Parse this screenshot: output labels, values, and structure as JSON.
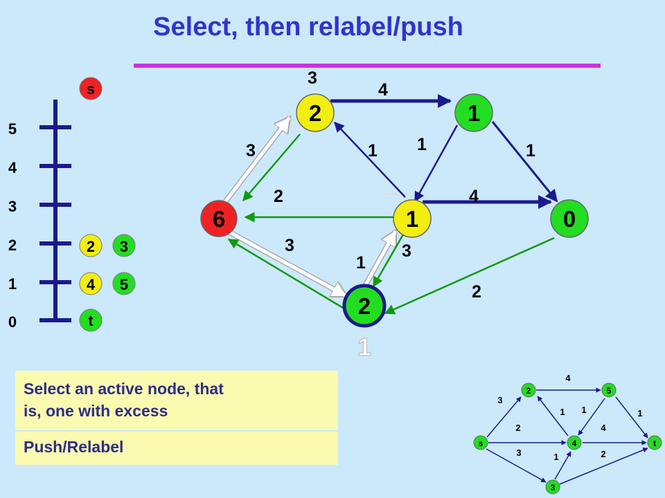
{
  "title": "Select, then relabel/push",
  "height_scale": {
    "labels": [
      "5",
      "4",
      "3",
      "2",
      "1",
      "0"
    ],
    "nodes": {
      "s": "s",
      "n2": "2",
      "n3": "3",
      "n4": "4",
      "n5": "5",
      "t": "t"
    }
  },
  "main_graph": {
    "nodes": {
      "top_left": {
        "height": "2",
        "excess": "3",
        "color": "#f2ee10"
      },
      "top_right": {
        "height": "1",
        "color": "#22dd22"
      },
      "source": {
        "height": "6",
        "color": "#ee2222"
      },
      "middle": {
        "height": "1",
        "color": "#f2ee10"
      },
      "sink": {
        "height": "0",
        "color": "#22dd22"
      },
      "bottom": {
        "height": "2",
        "color": "#22dd22",
        "ghost_label": "1"
      }
    },
    "edge_labels": {
      "tl_tr": "4",
      "s_tl": "3",
      "mid_tl": "1",
      "tr_mid": "1",
      "tr_t": "1",
      "tl_s": "2",
      "mid_t": "4",
      "b_s": "3",
      "mid_b": "1",
      "b_mid": "3",
      "t_b": "2"
    }
  },
  "panels": {
    "select_line1": "Select an active node, that",
    "select_line2": "is, one with excess",
    "push": "Push/Relabel"
  },
  "mini_graph": {
    "nodes": {
      "n2": "2",
      "n5": "5",
      "s": "s",
      "n4": "4",
      "t": "t",
      "n3": "3"
    },
    "edge_labels": {
      "n2_n5": "4",
      "s_n2": "3",
      "n4_n2": "1",
      "n5_n4": "1",
      "n5_t": "1",
      "s_n4": "2",
      "n4_t": "4",
      "s_n3": "3",
      "n3_n4": "1",
      "n3_t": "2"
    }
  }
}
